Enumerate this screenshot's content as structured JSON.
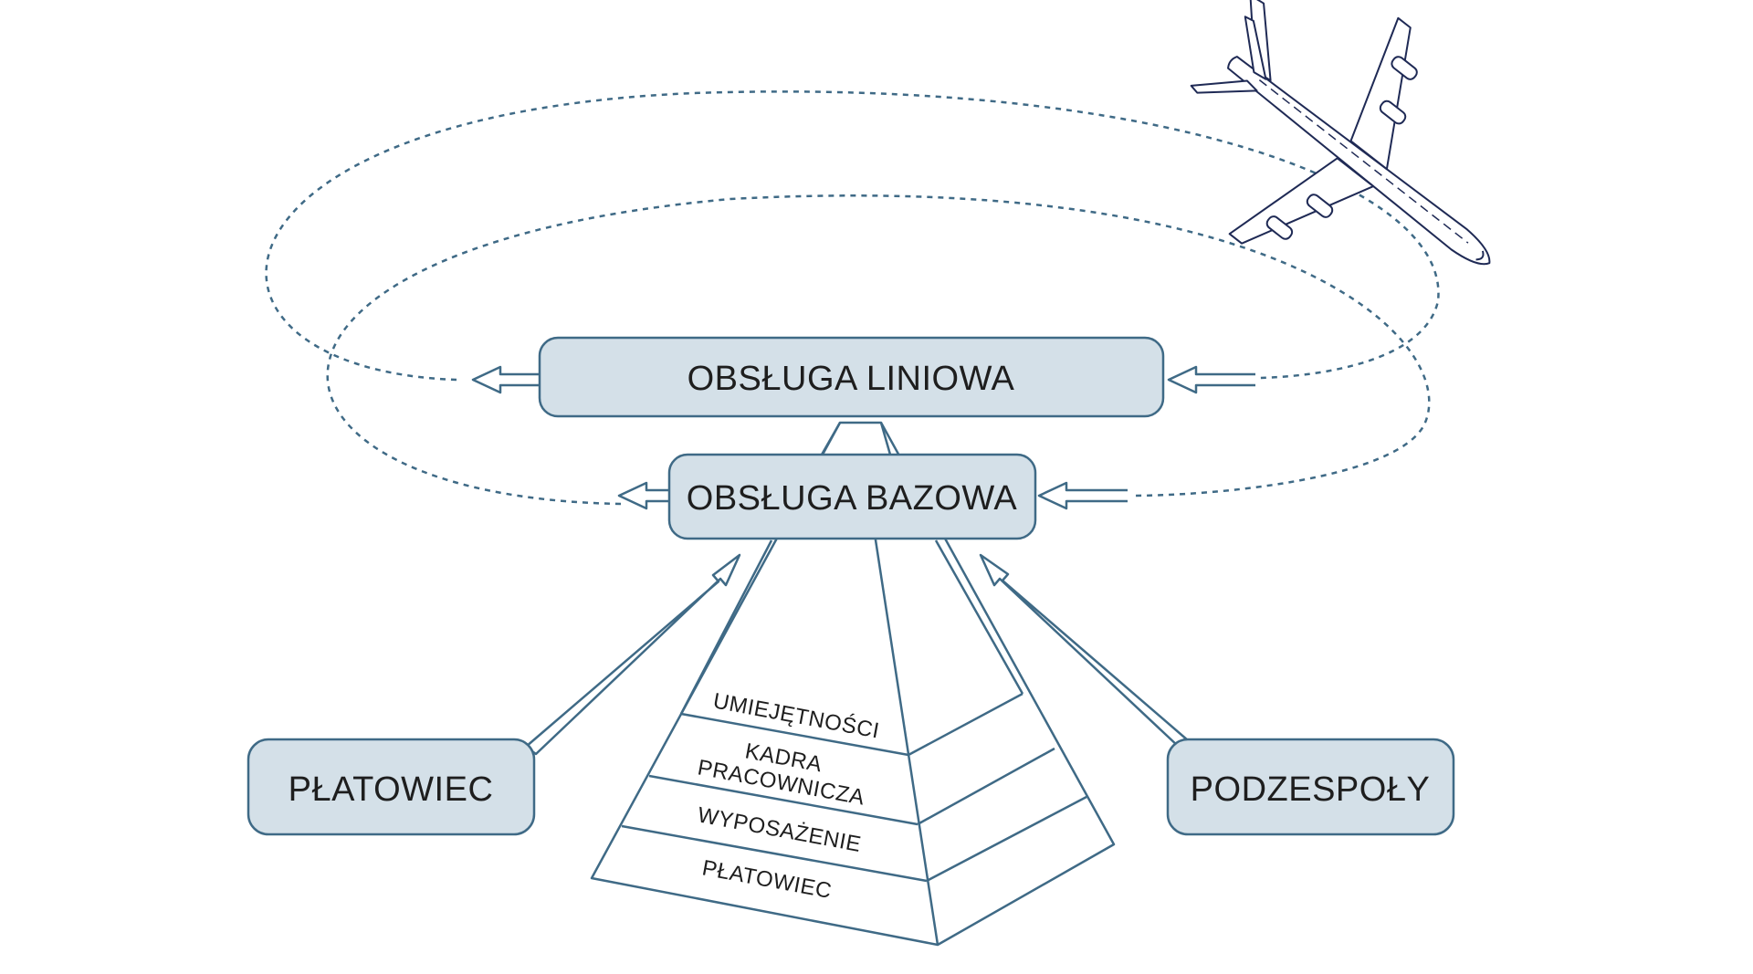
{
  "boxes": {
    "line_maintenance": "OBSŁUGA LINIOWA",
    "base_maintenance": "OBSŁUGA BAZOWA",
    "airframe": "PŁATOWIEC",
    "components": "PODZESPOŁY"
  },
  "pyramid": {
    "layers": [
      "UMIEJĘTNOŚCI",
      "KADRA",
      "PRACOWNICZA",
      "WYPOSAŻENIE",
      "PŁATOWIEC"
    ]
  },
  "colors": {
    "box_fill": "#d4e0e8",
    "stroke": "#3f6a86",
    "dotted": "#3f6a86",
    "text": "#1e1e1e"
  },
  "icons": {
    "aircraft": "airplane-icon"
  }
}
